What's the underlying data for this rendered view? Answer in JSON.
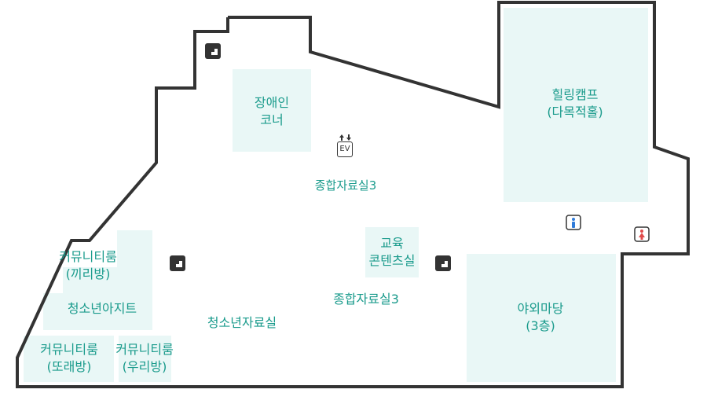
{
  "colors": {
    "wall": "#333333",
    "room_fill": "#e9f7f6",
    "label": "#1a9b8c",
    "restroom_male": "#2f7bd9",
    "restroom_female": "#e04b4b"
  },
  "rooms": {
    "disabled_corner": {
      "line1": "장애인",
      "line2": "코너"
    },
    "healing_camp": {
      "line1": "힐링캠프",
      "line2": "(다목적홀)"
    },
    "edu_content": {
      "line1": "교육",
      "line2": "콘텐츠실"
    },
    "outdoor_yard": {
      "line1": "야외마당",
      "line2": "(3층)"
    },
    "community_kkiri": {
      "line1": "커뮤니티룸",
      "line2": "(끼리방)"
    },
    "youth_hideout": {
      "line1": "청소년아지트"
    },
    "community_ttorae": {
      "line1": "커뮤니티룸",
      "line2": "(또래방)"
    },
    "community_uri": {
      "line1": "커뮤니티룸",
      "line2": "(우리방)"
    }
  },
  "areas": {
    "general_upper": "종합자료실3",
    "general_lower": "종합자료실3",
    "youth_library": "청소년자료실"
  },
  "icons": {
    "elevator": {
      "name": "elevator-icon",
      "text": "EV"
    },
    "stairs": "stairs-icon",
    "restroom_male": "male-restroom-icon",
    "restroom_female": "female-restroom-icon"
  }
}
